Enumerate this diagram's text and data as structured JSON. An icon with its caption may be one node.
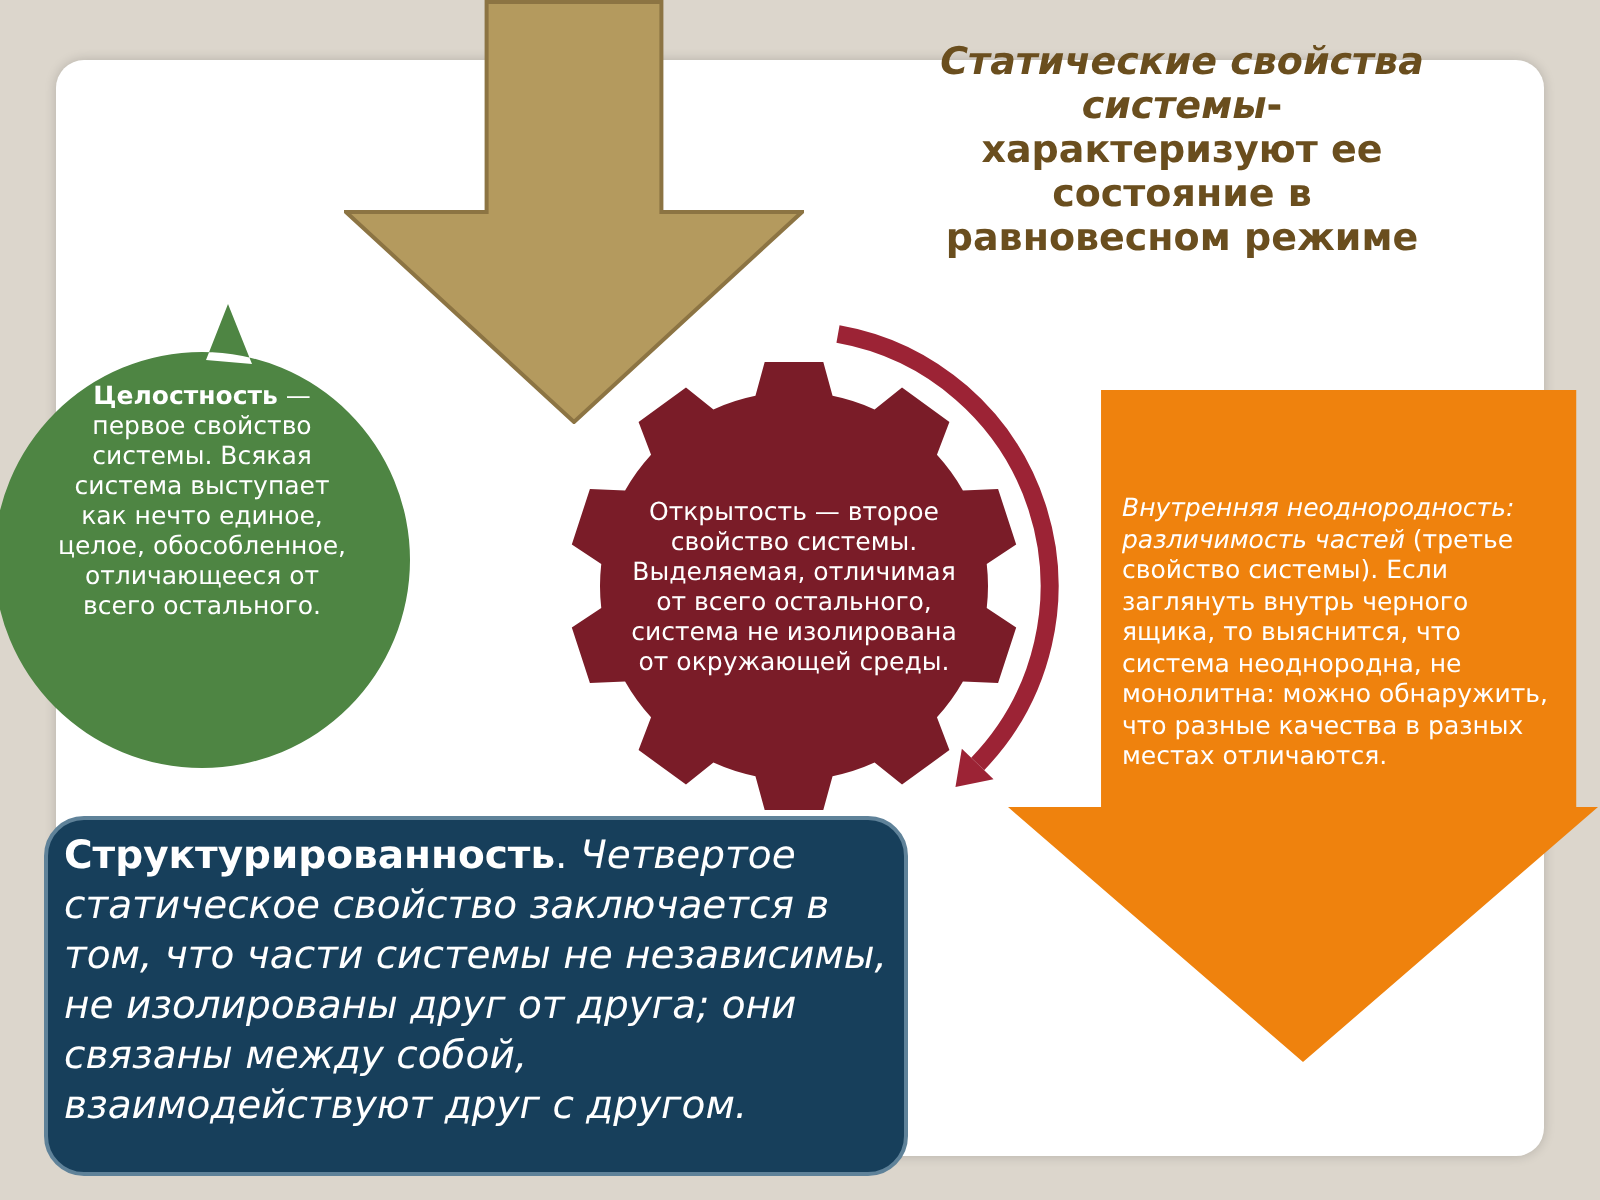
{
  "diagram": {
    "title": "*Статические свойства системы*- характеризуют ее состояние в равновесном режиме",
    "nodes": [
      {
        "text": [],
        "shape": "arrow"
      },
      {
        "text": [
          "**Целостность** — первое свойство системы. Всякая система выступает как нечто единое, целое, обособленное, отличающееся от всего остального."
        ]
      },
      {
        "text": [
          "Открытость — второе свойство системы. Выделяемая, отличимая от всего остального, система не изолирована от окружающей среды."
        ]
      },
      {
        "text": [
          "*Внутренняя неоднородность: различимость частей* (третье свойство системы). Если заглянуть внутрь черного ящика, то выяснится, что система неоднородна, не монолитна: можно обнаружить, что разные качества в разных местах отличаются."
        ]
      },
      {
        "text": [
          "**Структурированность**. *Четвертое статическое свойство заключается в том, что части системы не независимы, не изолированы друг от друга; они связаны между собой, взаимодействуют друг с другом.*"
        ]
      }
    ]
  }
}
